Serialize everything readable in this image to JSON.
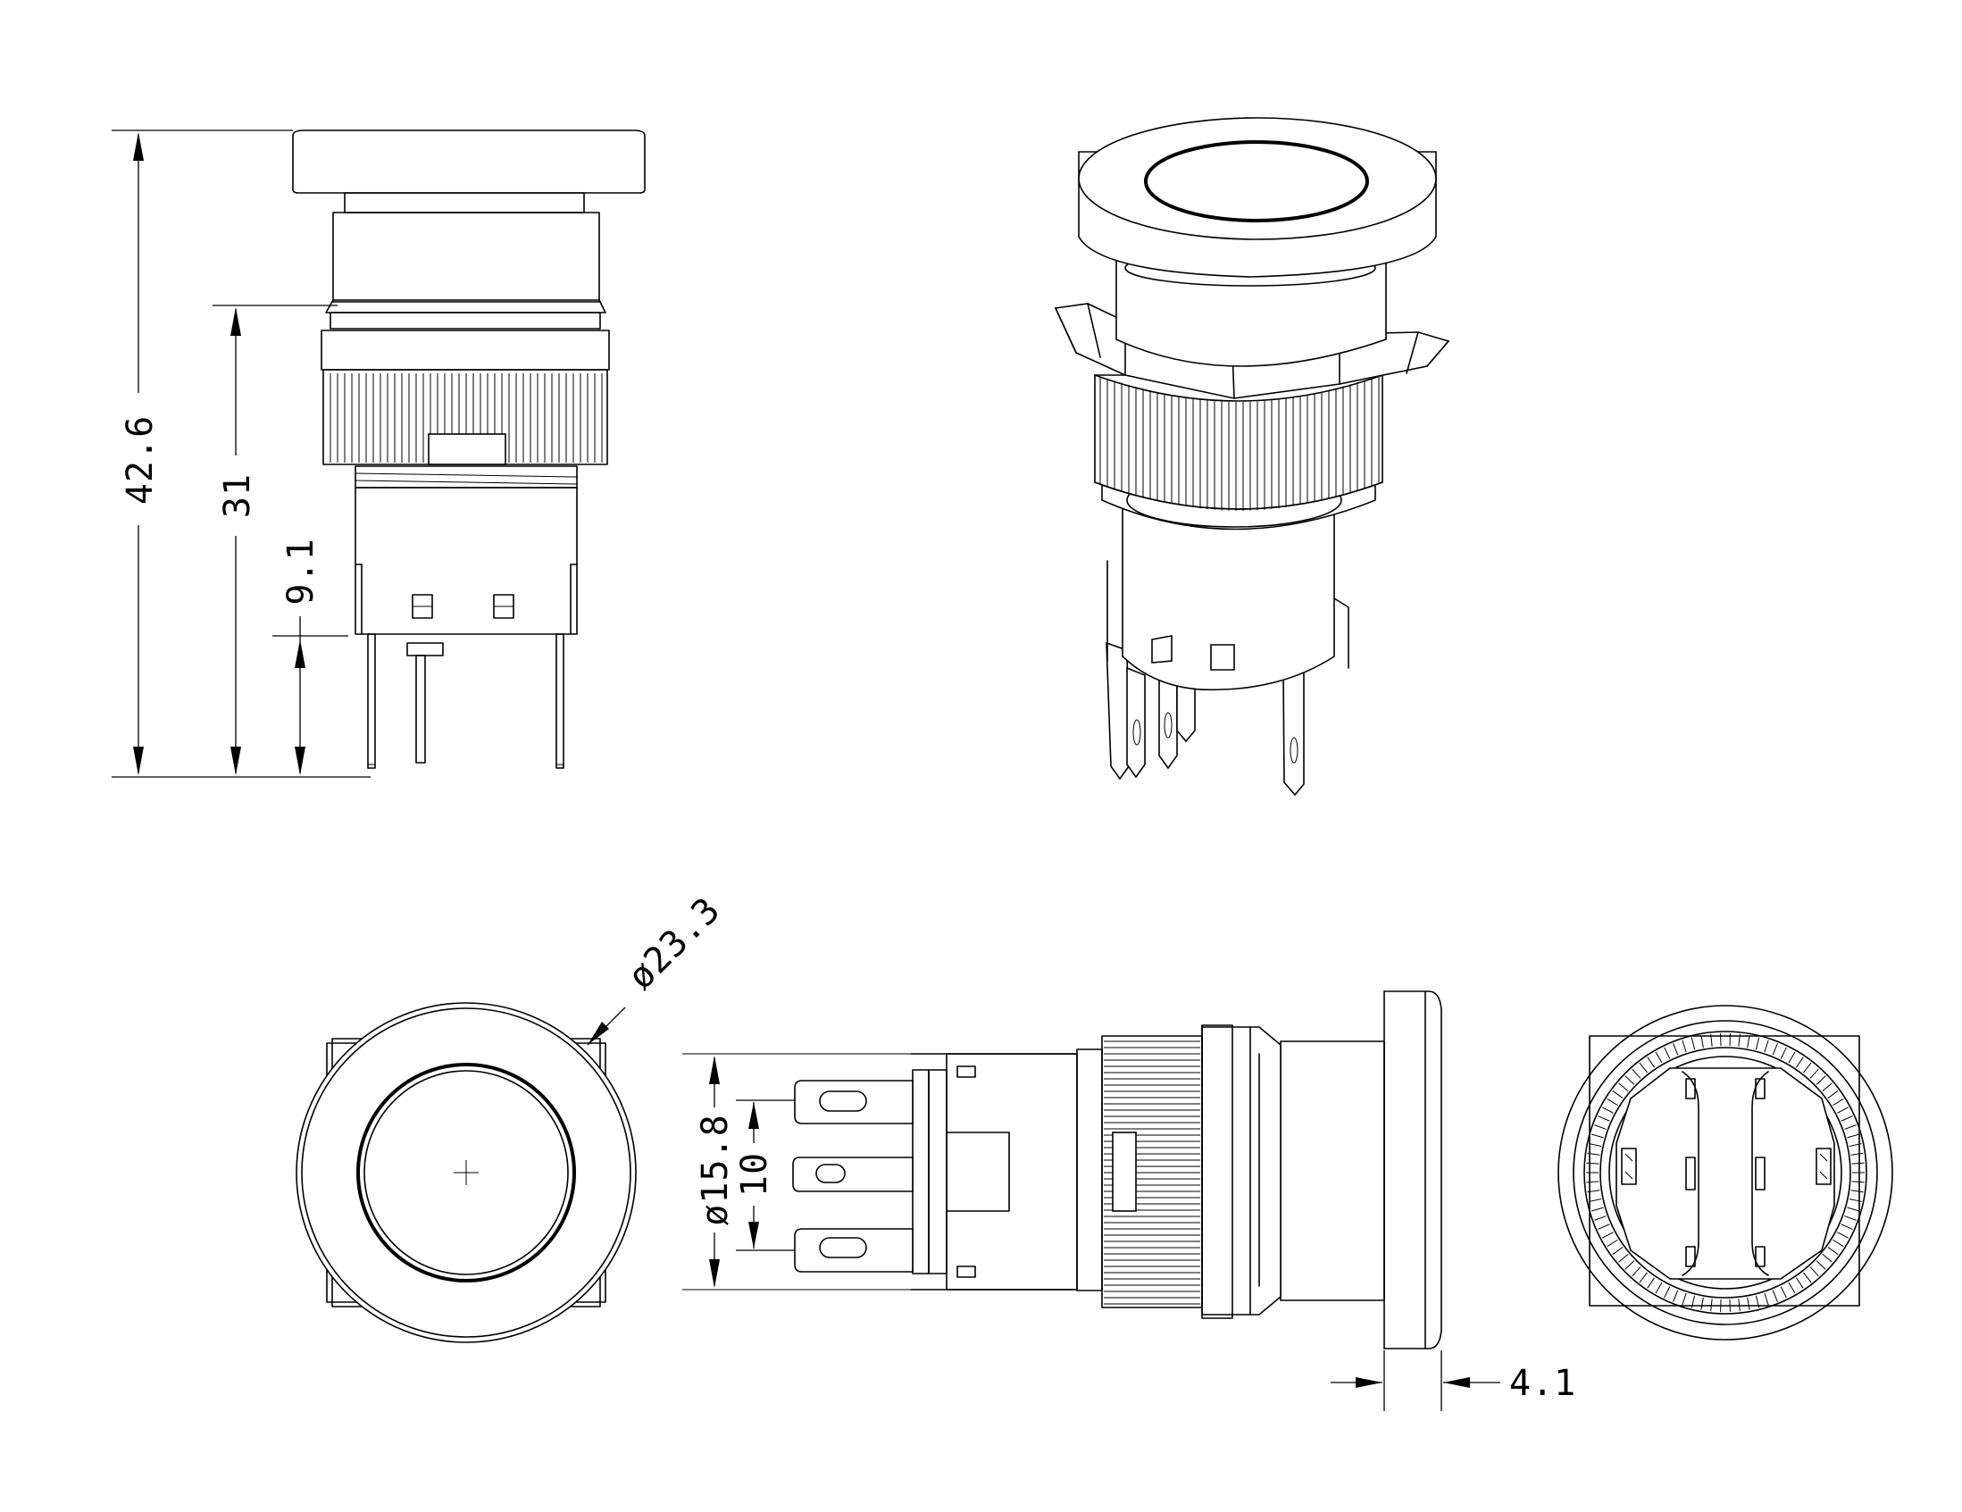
{
  "dimensions": {
    "total_height": "42.6",
    "body_height": "31",
    "terminal_length": "9.1",
    "cap_diameter": "ø23.3",
    "thread_diameter": "ø15.8",
    "terminal_spacing": "10",
    "cap_thickness": "4.1"
  }
}
